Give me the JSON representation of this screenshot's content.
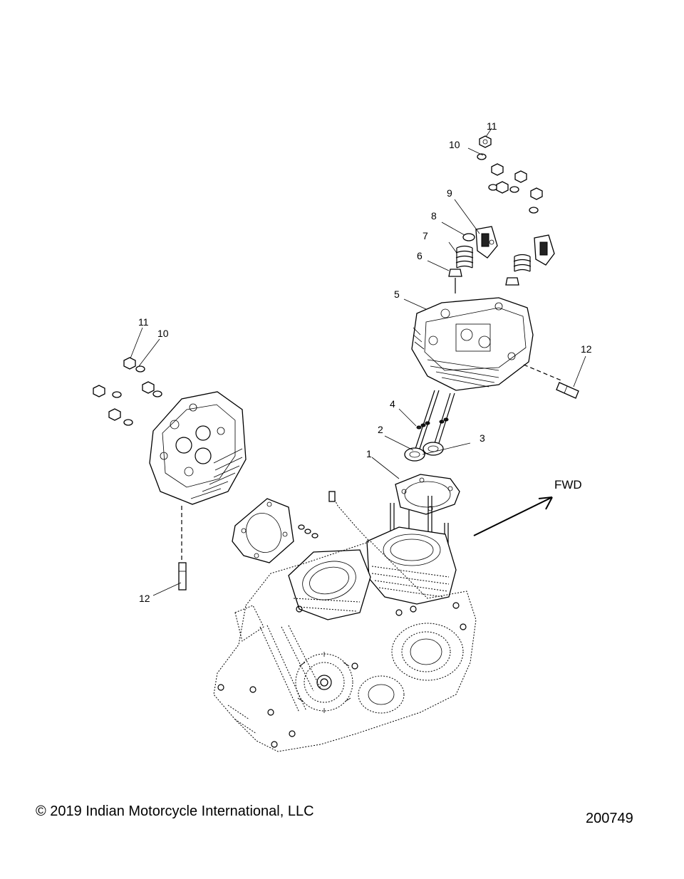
{
  "diagram": {
    "callouts": {
      "c1": "1",
      "c2": "2",
      "c3": "3",
      "c4": "4",
      "c5": "5",
      "c6": "6",
      "c7": "7",
      "c8": "8",
      "c9": "9",
      "c10_top": "10",
      "c11_top": "11",
      "c10_left": "10",
      "c11_left": "11",
      "c12_right": "12",
      "c12_left": "12"
    },
    "direction_label": "FWD"
  },
  "footer": {
    "copyright": "© 2019 Indian Motorcycle International, LLC",
    "figure_number": "200749"
  }
}
